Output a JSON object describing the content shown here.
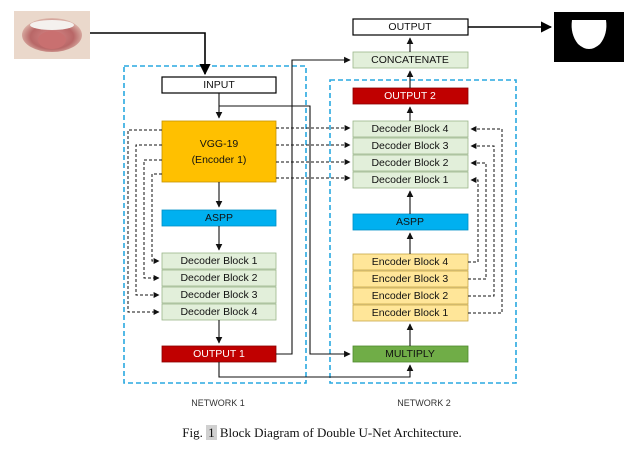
{
  "input_label": "INPUT",
  "output_label": "OUTPUT",
  "concatenate_label": "CONCATENATE",
  "output2_label": "OUTPUT 2",
  "output1_label": "OUTPUT 1",
  "multiply_label": "MULTIPLY",
  "aspp_label": "ASPP",
  "vgg_line1": "VGG-19",
  "vgg_line2": "(Encoder 1)",
  "network1_decoders": [
    "Decoder Block 1",
    "Decoder Block 2",
    "Decoder Block 3",
    "Decoder Block 4"
  ],
  "network2_decoders": [
    "Decoder Block 4",
    "Decoder Block 3",
    "Decoder Block 2",
    "Decoder Block 1"
  ],
  "network2_encoders": [
    "Encoder Block 4",
    "Encoder Block 3",
    "Encoder Block 2",
    "Encoder Block 1"
  ],
  "network1_label": "NETWORK 1",
  "network2_label": "NETWORK 2",
  "caption": {
    "prefix": "Fig.",
    "number": "1",
    "text": "Block Diagram of Double U-Net Architecture."
  },
  "colors": {
    "encoder": "#FFC000",
    "aspp": "#00B0F0",
    "decoder": "#E2EFDA",
    "encoder2": "#FFE699",
    "output_red": "#C00000",
    "multiply": "#70AD47",
    "dashed_border": "#29A8E0"
  }
}
